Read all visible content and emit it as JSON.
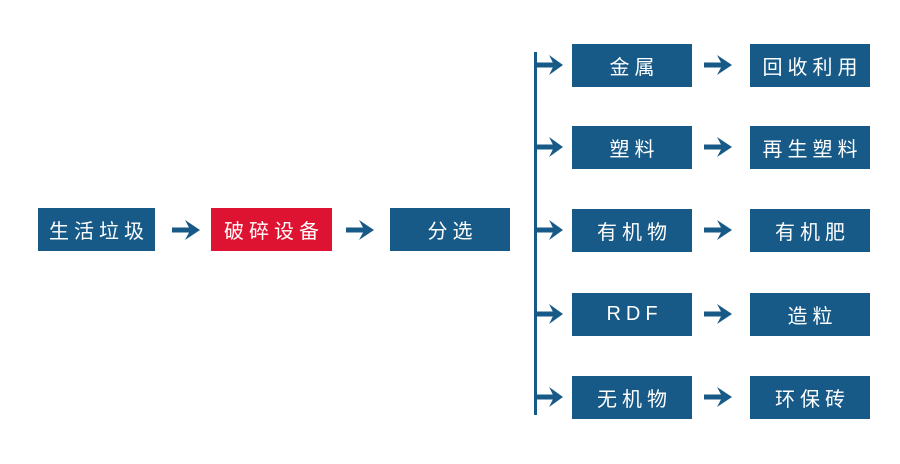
{
  "colors": {
    "node_blue": "#175a87",
    "node_red": "#de1332",
    "line_blue": "#175a87",
    "text_white": "#ffffff",
    "background": "#ffffff"
  },
  "main_flow": [
    {
      "label": "生活垃圾",
      "style": "blue"
    },
    {
      "label": "破碎设备",
      "style": "red"
    },
    {
      "label": "分选",
      "style": "blue"
    }
  ],
  "branches": [
    {
      "category": "金属",
      "result": "回收利用"
    },
    {
      "category": "塑料",
      "result": "再生塑料"
    },
    {
      "category": "有机物",
      "result": "有机肥"
    },
    {
      "category": "RDF",
      "result": "造粒"
    },
    {
      "category": "无机物",
      "result": "环保砖"
    }
  ]
}
